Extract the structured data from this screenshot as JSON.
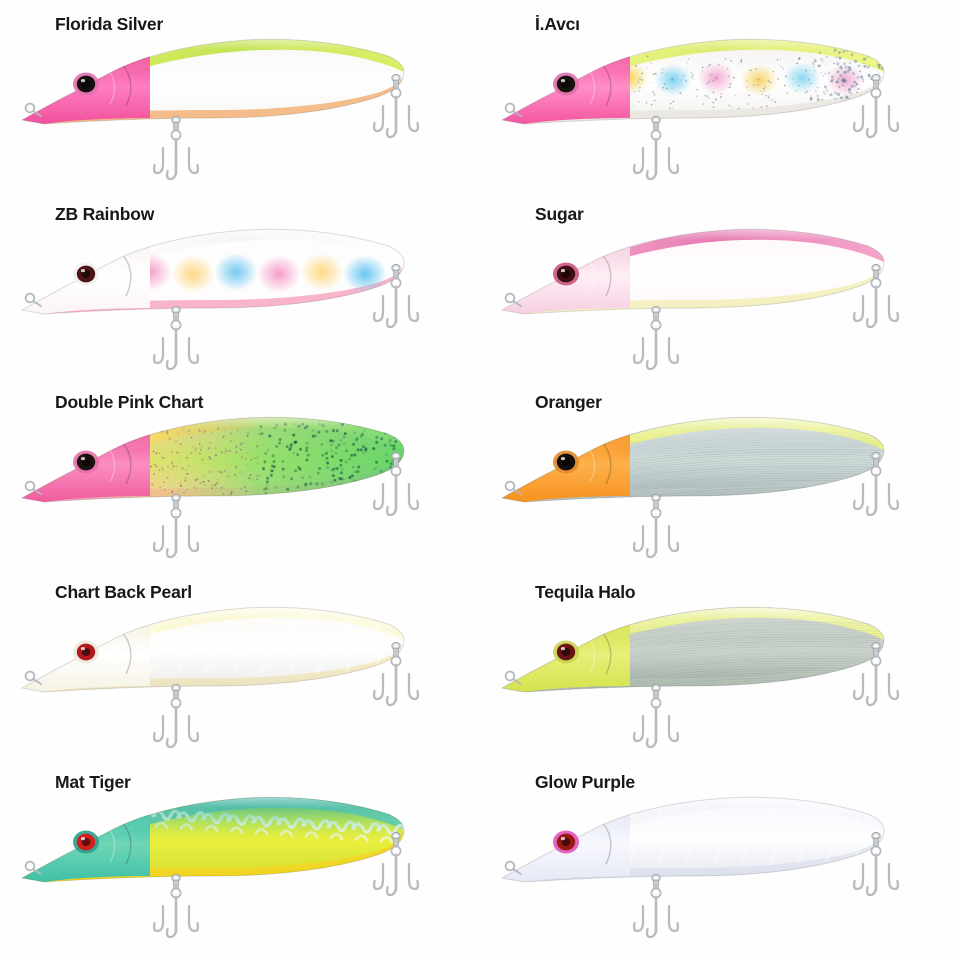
{
  "page": {
    "background_color": "#ffffff",
    "layout": "2-column x 5-row product color grid",
    "product_type": "hard-body minnow fishing lure",
    "columns": 2,
    "rows": 5
  },
  "lures": [
    {
      "label": "Florida Silver",
      "col": 0,
      "row": 0,
      "head_color": "#f0519c",
      "head_color_2": "#ff7ec0",
      "back_color": "#b9e03a",
      "back_color_2": "#d9ee5e",
      "body_color": "#f6f6f4",
      "body_color_2": "#ffffff",
      "belly_color": "#f3b277",
      "eye_color": "#15100f",
      "eye_ring_color": "#e46fae",
      "pattern": "solid",
      "nose_style": "pointed-long"
    },
    {
      "label": "İ.Avcı",
      "col": 1,
      "row": 0,
      "head_color": "#f4569f",
      "head_color_2": "#ff8ec6",
      "back_color": "#d7e95c",
      "back_color_2": "#eff67f",
      "body_color": "#f3f1ee",
      "body_color_2": "#ffffff",
      "belly_color": "#e9e6e0",
      "eye_color": "#18120f",
      "eye_ring_color": "#e16fae",
      "pattern": "rainbow-dots-scale",
      "dot_colors": [
        "#f7d24b",
        "#6ecbee",
        "#f1a0cd",
        "#f8cf57",
        "#7fd3f0",
        "#eda2cb"
      ],
      "nose_style": "pointed-long"
    },
    {
      "label": "ZB Rainbow",
      "col": 0,
      "row": 1,
      "head_color": "#fbf4f4",
      "head_color_2": "#ffffff",
      "back_color": "#f7f4f3",
      "back_color_2": "#ffffff",
      "body_color": "#fdfafa",
      "body_color_2": "#ffffff",
      "belly_color": "#f7a7c0",
      "eye_color": "#4d1417",
      "eye_ring_color": "#f1f1f1",
      "pattern": "pastel-dots",
      "dot_colors": [
        "#f49ac8",
        "#fbd77e",
        "#6ec6ef",
        "#f49ac8",
        "#fbd77e",
        "#5fc3ef"
      ],
      "nose_style": "pointed-long"
    },
    {
      "label": "Sugar",
      "col": 1,
      "row": 1,
      "head_color": "#f6cfe0",
      "head_color_2": "#ffeef6",
      "back_color": "#e26aa8",
      "back_color_2": "#f49ec9",
      "body_color": "#fdf5f7",
      "body_color_2": "#ffffff",
      "belly_color": "#f2efb8",
      "eye_color": "#3f0d12",
      "eye_ring_color": "#c8577e",
      "pattern": "solid",
      "nose_style": "pointed-long"
    },
    {
      "label": "Double Pink Chart",
      "col": 0,
      "row": 2,
      "head_color": "#ef5c9d",
      "head_color_2": "#fb8dc2",
      "back_color": "#f9a03a",
      "back_color_2": "#ddee57",
      "body_color": "#f4bcd5",
      "body_color_2": "#b9e86a",
      "belly_color": "#e892b7",
      "eye_color": "#1d1210",
      "eye_ring_color": "#e66faa",
      "pattern": "holo-scale",
      "nose_style": "pointed-long"
    },
    {
      "label": "Oranger",
      "col": 1,
      "row": 2,
      "head_color": "#f7921e",
      "head_color_2": "#fdb04a",
      "back_color": "#d6e34e",
      "back_color_2": "#e9f06e",
      "body_color": "#aebfc1",
      "body_color_2": "#cfdcd9",
      "belly_color": "#c6d2cf",
      "eye_color": "#120e0d",
      "eye_ring_color": "#e08a2a",
      "pattern": "foil-lines",
      "nose_style": "pointed-long"
    },
    {
      "label": "Chart Back Pearl",
      "col": 0,
      "row": 3,
      "head_color": "#f6f2e2",
      "head_color_2": "#ffffff",
      "back_color": "#f4eb8e",
      "back_color_2": "#fbf6c2",
      "body_color": "#f7f5ec",
      "body_color_2": "#ffffff",
      "belly_color": "#f6e6a4",
      "eye_color": "#b11b1b",
      "eye_ring_color": "#ece9dd",
      "pattern": "pearl",
      "nose_style": "pointed-long"
    },
    {
      "label": "Tequila Halo",
      "col": 1,
      "row": 3,
      "head_color": "#d5e34c",
      "head_color_2": "#e7ef79",
      "back_color": "#d7e44d",
      "back_color_2": "#e9f078",
      "body_color": "#a8b4ad",
      "body_color_2": "#cbd4cb",
      "belly_color": "#c2cdbe",
      "eye_color": "#6b1513",
      "eye_ring_color": "#c9d34e",
      "pattern": "foil-lines",
      "nose_style": "pointed-long"
    },
    {
      "label": "Mat Tiger",
      "col": 0,
      "row": 4,
      "head_color": "#3fc0a8",
      "head_color_2": "#6fd6b6",
      "back_color": "#2fa8a0",
      "back_color_2": "#55c9a8",
      "body_color": "#c8e33a",
      "body_color_2": "#ecef3e",
      "belly_color": "#f6d322",
      "eye_color": "#d41f1f",
      "eye_ring_color": "#2f9d8c",
      "pattern": "tiger-stripes",
      "stripe_color": "#f2f6f2",
      "nose_style": "pointed-long"
    },
    {
      "label": "Glow Purple",
      "col": 1,
      "row": 4,
      "head_color": "#e6e8f5",
      "head_color_2": "#f7f8fd",
      "back_color": "#dfe3f2",
      "back_color_2": "#f2f4fb",
      "body_color": "#eceefa",
      "body_color_2": "#ffffff",
      "belly_color": "#dde1f0",
      "eye_color": "#9b1818",
      "eye_ring_color": "#e054b8",
      "pattern": "glow",
      "nose_style": "pointed-long"
    }
  ],
  "hardware": {
    "hook_color": "#b9bdc0",
    "hook_color_dark": "#8d9296",
    "split_ring_color": "#c9ced2",
    "hook_count_per_lure": 2,
    "hook_type": "treble"
  }
}
